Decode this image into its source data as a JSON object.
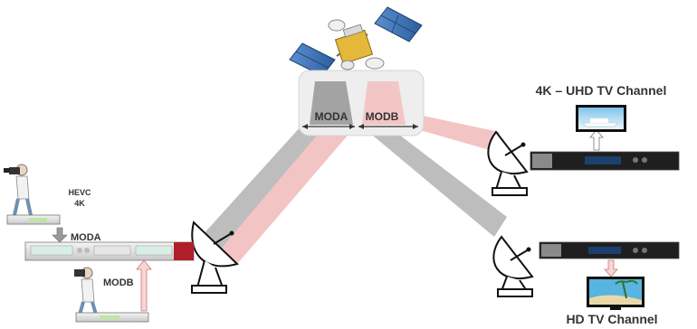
{
  "labels": {
    "moda_spectrum": "MODA",
    "modb_spectrum": "MODB",
    "uhd_channel": "4K – UHD TV Channel",
    "hd_channel": "HD TV Channel",
    "hevc": "HEVC",
    "hevc_res": "4K",
    "moda_input": "MODA",
    "modb_input": "MODB"
  },
  "colors": {
    "beam_moda": "#b9b9b9",
    "beam_modb": "#f3c4c4",
    "spectrum_box": "#eeeeee",
    "arrow_moda": "#9a9a9a",
    "arrow_modb": "#e8a7a7",
    "receiver_body": "#1f1f1f",
    "screen_blue": "#2a6fb0"
  },
  "icons": [
    "satellite-icon",
    "dish-antenna-icon",
    "camera-operator-icon",
    "modulator-rack-icon",
    "receiver-rack-icon",
    "tv-monitor-icon"
  ]
}
